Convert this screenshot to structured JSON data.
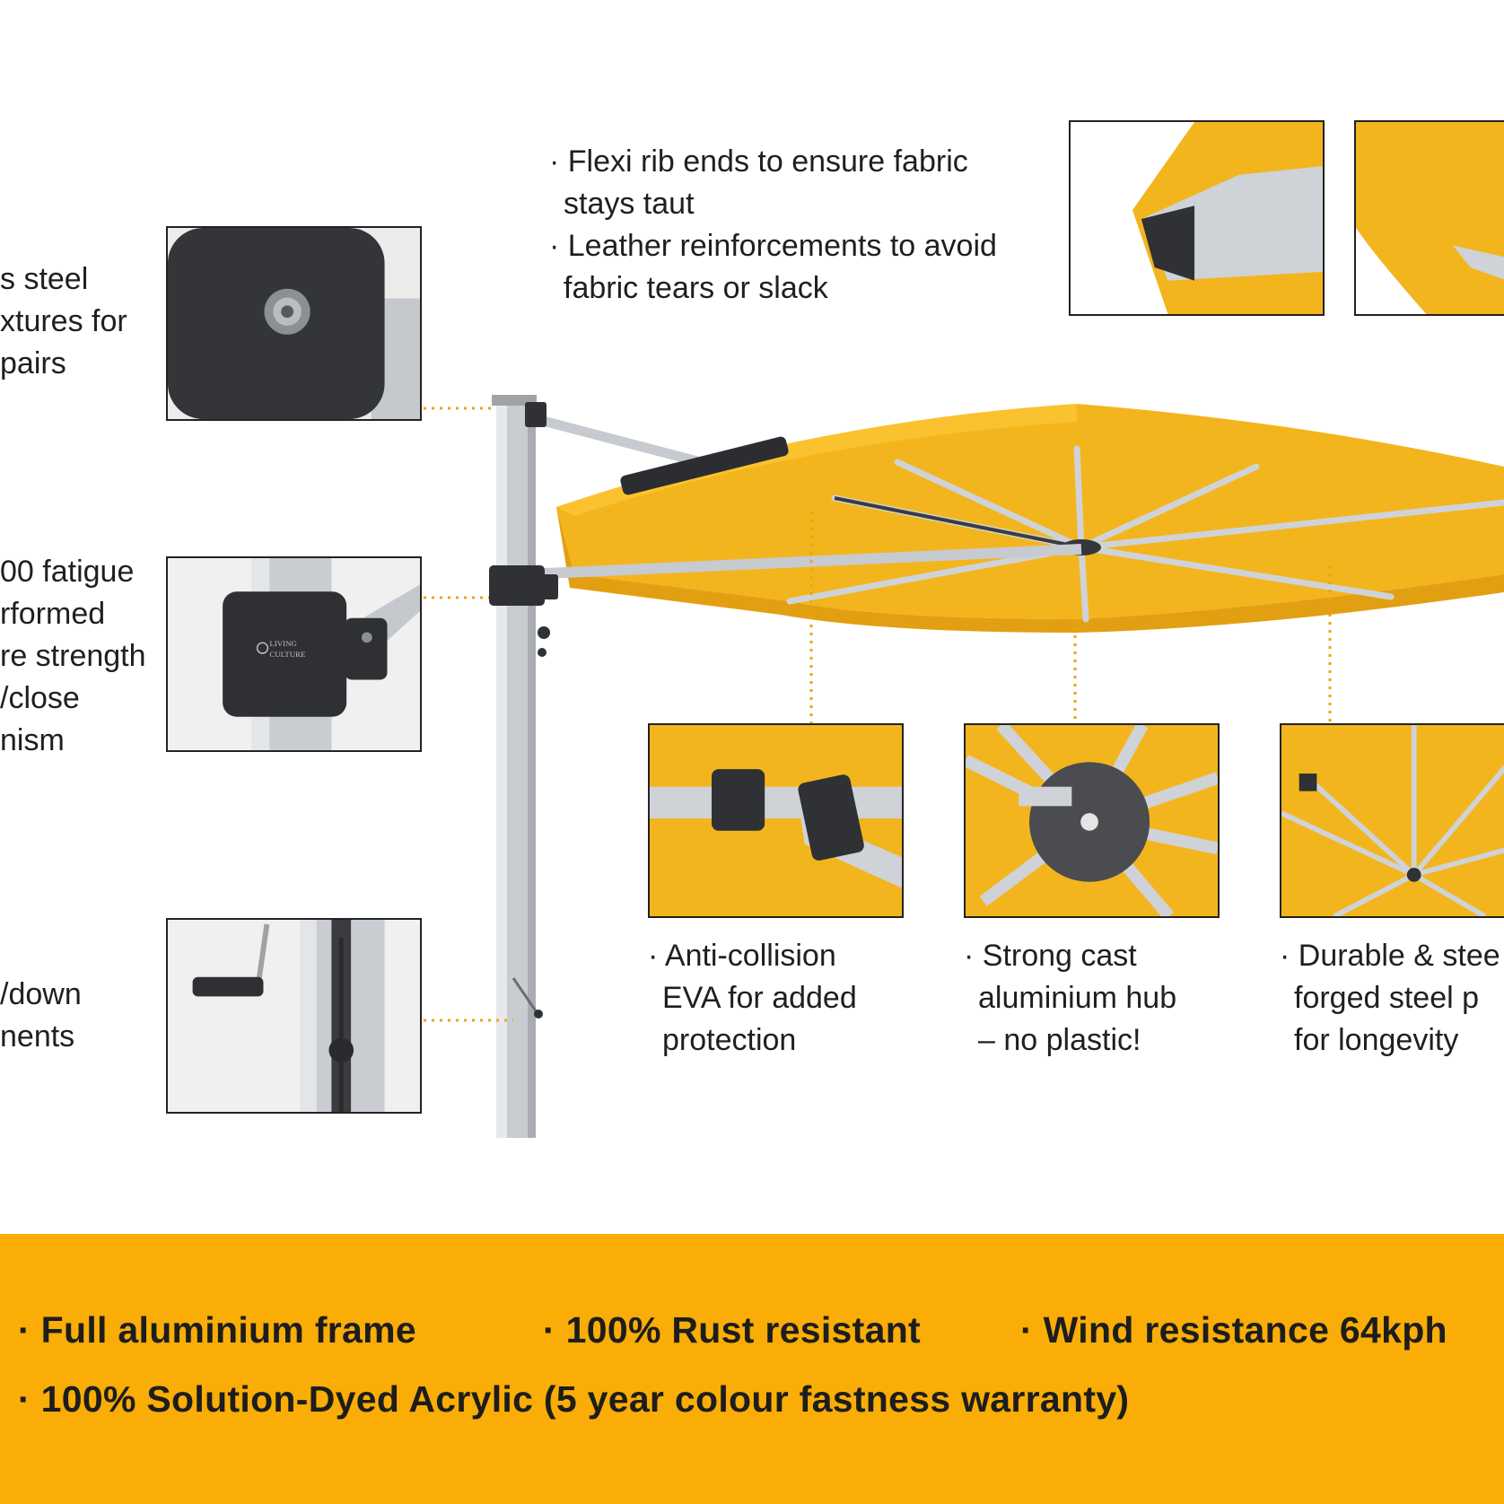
{
  "left_features": {
    "fixtures": [
      "s steel",
      "xtures for",
      "pairs"
    ],
    "crank": [
      "00 fatigue",
      "rformed",
      "re strength",
      "/close",
      "nism"
    ],
    "tilt": [
      "/down",
      "nents"
    ]
  },
  "top_feature": {
    "lines": [
      "· Flexi rib ends to ensure fabric",
      "stays taut",
      "· Leather reinforcements to avoid",
      "fabric tears or slack"
    ]
  },
  "detail_features": [
    {
      "lines": [
        "· Anti-collision",
        "EVA for added",
        "protection"
      ]
    },
    {
      "lines": [
        "· Strong cast",
        "aluminium hub",
        "– no plastic!"
      ]
    },
    {
      "lines": [
        "· Durable & stee",
        "forged steel p",
        "for longevity"
      ]
    }
  ],
  "logo_text": [
    "LIVING",
    "CULTURE"
  ],
  "banner": {
    "items": [
      "· Full aluminium frame",
      "· 100% Rust resistant",
      "· Wind resistance 64kph",
      "· 100% Solution-Dyed Acrylic (5 year colour fastness warranty)"
    ]
  },
  "colors": {
    "canopy_yellow": "#f3b51d",
    "banner_orange": "#f9ad06",
    "frame_silver": "#c9ccd0",
    "dotted_leader": "#f2a20c",
    "dark_fitting": "#2f3134"
  }
}
